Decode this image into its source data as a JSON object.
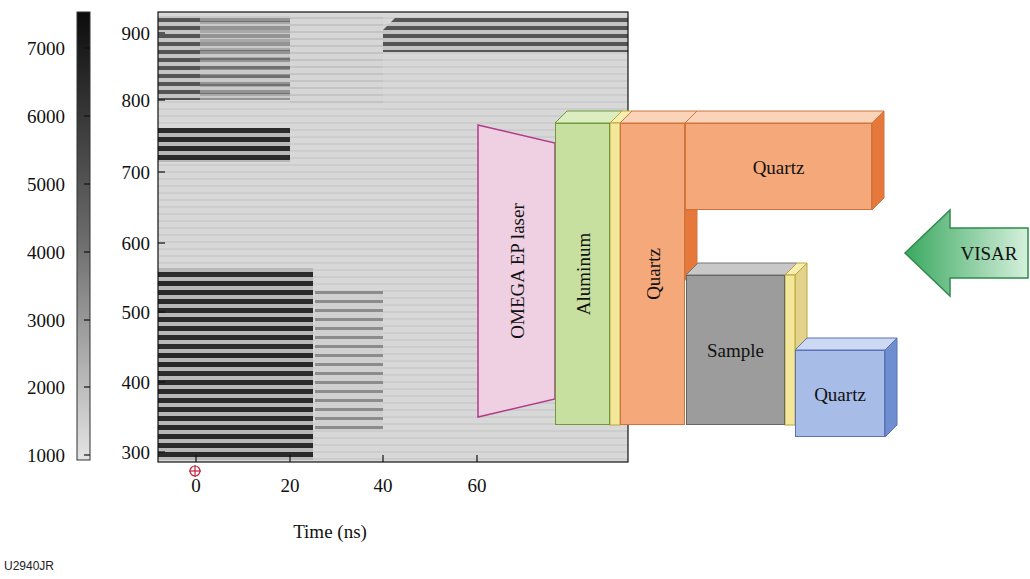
{
  "diagram": {
    "nodes": [
      {
        "text": [
          "OMEGA EP laser"
        ]
      },
      {
        "text": [
          "Aluminum"
        ]
      },
      {
        "text": [
          "Quartz"
        ]
      },
      {
        "text": [
          "Quartz"
        ]
      },
      {
        "text": [
          "Sample"
        ]
      },
      {
        "text": [
          "Quartz"
        ]
      },
      {
        "text": [
          "VISAR"
        ]
      }
    ],
    "labels": [
      "7000",
      "6000",
      "5000",
      "4000",
      "3000",
      "2000",
      "1000",
      "900",
      "800",
      "700",
      "600",
      "500",
      "400",
      "300",
      "0",
      "20",
      "40",
      "60",
      "Time (ns)",
      "U2940JR"
    ]
  }
}
